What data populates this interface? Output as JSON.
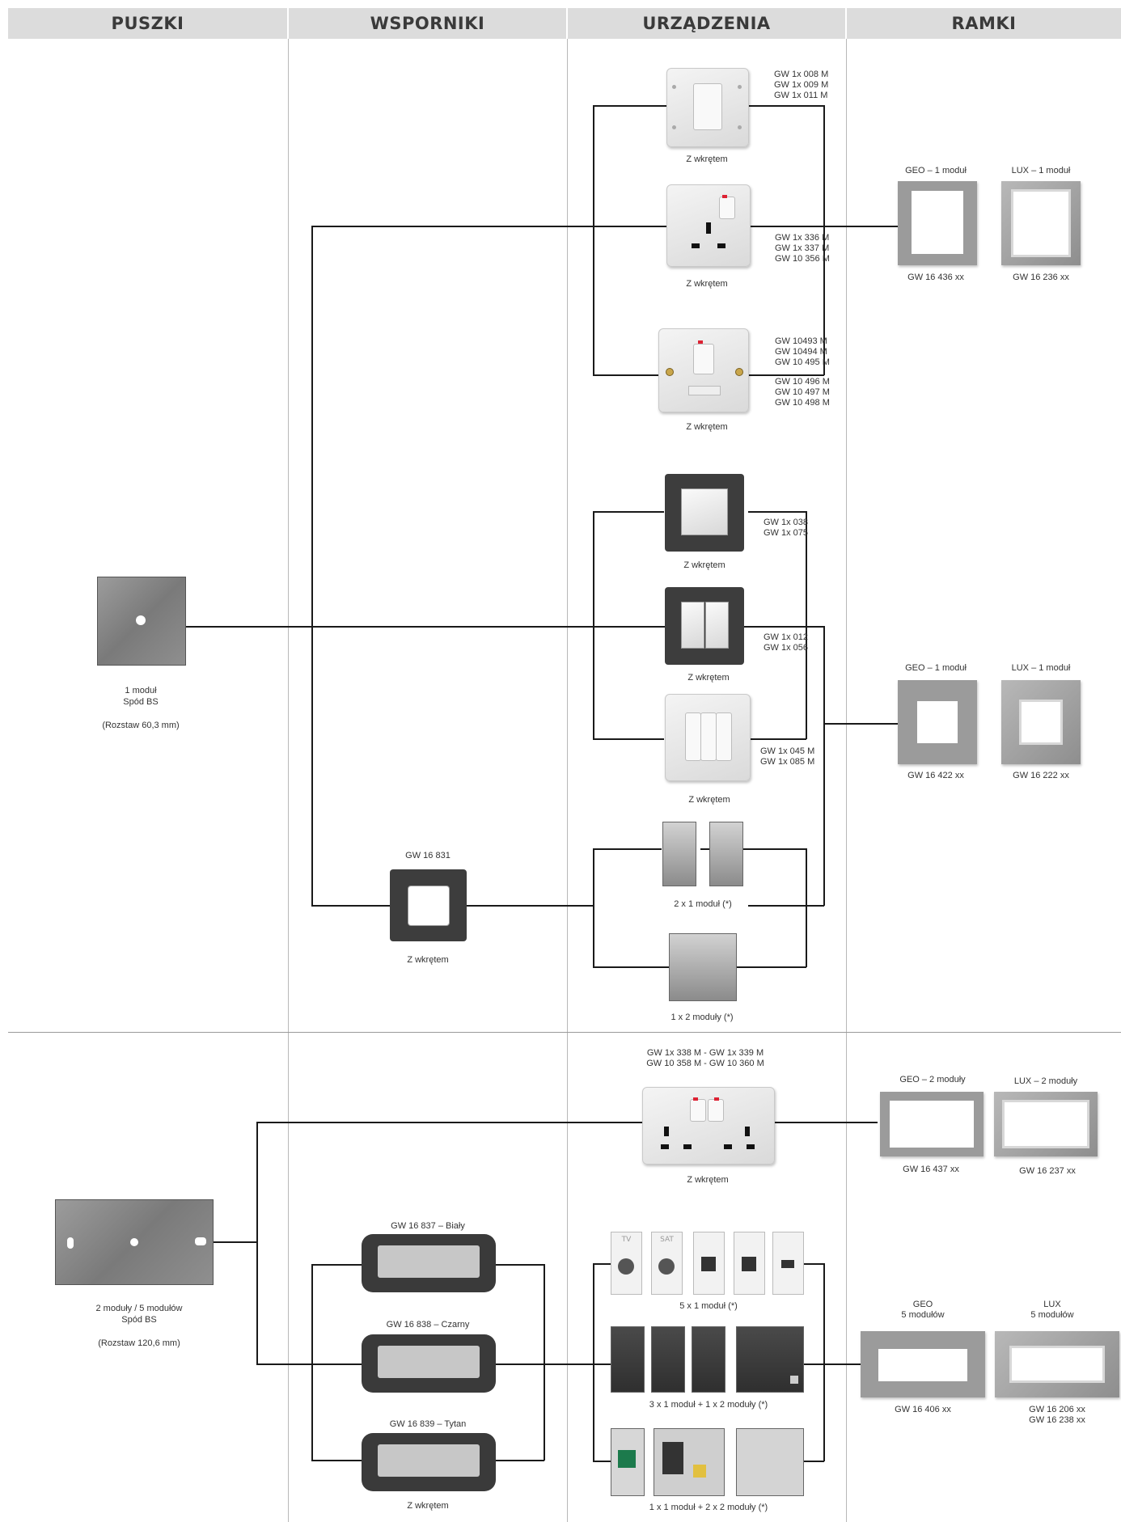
{
  "headers": [
    "PUSZKI",
    "WSPORNIKI",
    "URZĄDZENIA",
    "RAMKI"
  ],
  "boxes": {
    "box1": {
      "name": "1 moduł",
      "sub": "Spód BS",
      "spacing": "(Rozstaw 60,3 mm)"
    },
    "box2": {
      "name": "2 moduły / 5 modułów",
      "sub": "Spód BS",
      "spacing": "(Rozstaw 120,6 mm)"
    }
  },
  "supports": {
    "s1": {
      "code": "GW 16 831",
      "note": "Z wkrętem"
    },
    "s2": {
      "code": "GW 16 837 – Biały"
    },
    "s3": {
      "code": "GW 16 838 – Czarny"
    },
    "s4": {
      "code": "GW 16 839 – Tytan",
      "note": "Z wkrętem"
    }
  },
  "devices": {
    "d1": {
      "codes": "GW 1x 008 M\nGW 1x 009 M\nGW 1x 011 M",
      "note": "Z wkrętem"
    },
    "d2": {
      "codes": "GW 1x 336 M\nGW 1x 337 M\nGW 10 356 M",
      "note": "Z wkrętem"
    },
    "d3": {
      "codes": "GW 10493 M\nGW 10494 M\nGW 10 495 M",
      "codes2": "GW 10 496 M\nGW 10 497 M\nGW 10 498 M",
      "note": "Z wkrętem"
    },
    "d4": {
      "codes": "GW 1x 038\nGW 1x 075",
      "note": "Z wkrętem"
    },
    "d5": {
      "codes": "GW 1x 012\nGW 1x 056",
      "note": "Z wkrętem"
    },
    "d6": {
      "codes": "GW 1x 045 M\nGW 1x 085 M",
      "note": "Z wkrętem"
    },
    "d7": {
      "note": "2 x 1 moduł (*)"
    },
    "d8": {
      "note": "1 x 2 moduły (*)"
    },
    "d9": {
      "codes": "GW 1x 338 M - GW 1x 339 M\nGW 10 358 M - GW 10 360 M",
      "note": "Z wkrętem"
    },
    "d10": {
      "note": "5 x 1 moduł (*)",
      "tv": "TV",
      "sat": "SAT"
    },
    "d11": {
      "note": "3 x 1 moduł + 1 x 2 moduły (*)"
    },
    "d12": {
      "note": "1 x 1 moduł + 2 x 2 moduły (*)"
    }
  },
  "frames": {
    "f1": {
      "title": "GEO – 1 moduł",
      "code": "GW 16 436 xx"
    },
    "f2": {
      "title": "LUX – 1 moduł",
      "code": "GW 16 236 xx"
    },
    "f3": {
      "title": "GEO – 1 moduł",
      "code": "GW 16 422 xx"
    },
    "f4": {
      "title": "LUX – 1 moduł",
      "code": "GW 16 222 xx"
    },
    "f5": {
      "title": "GEO – 2 moduły",
      "code": "GW 16 437 xx"
    },
    "f6": {
      "title": "LUX – 2 moduły",
      "code": "GW 16 237 xx"
    },
    "f7": {
      "title": "GEO\n5 modułów",
      "code": "GW 16 406 xx"
    },
    "f8": {
      "title": "LUX\n5 modułów",
      "code": "GW 16 206 xx\nGW 16 238 xx"
    }
  },
  "colors": {
    "header_bg": "#dcdcdc",
    "line": "#1a1a1a",
    "separator": "#b8b8b8"
  }
}
